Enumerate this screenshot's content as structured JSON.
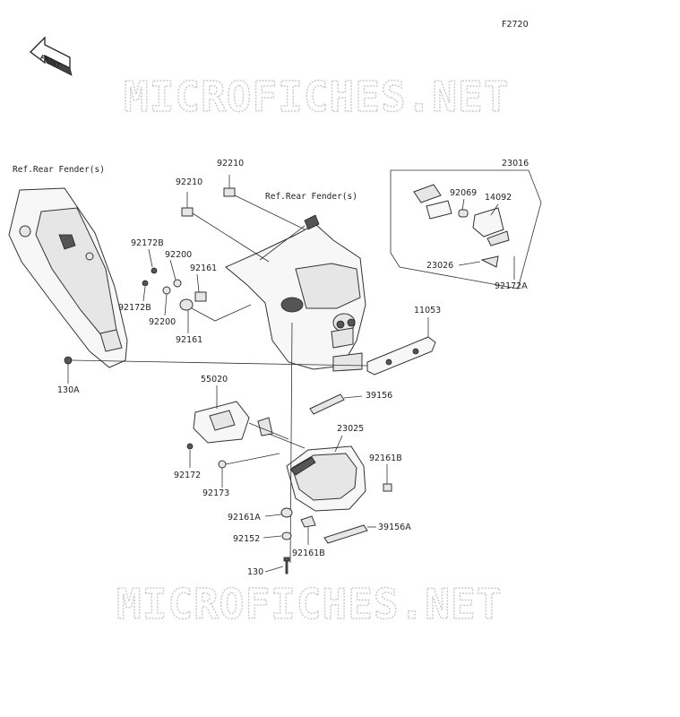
{
  "diagram": {
    "code": "F2720",
    "front_label": "FRONT",
    "watermark": "MICROFICHES.NET",
    "ref_labels": {
      "left": "Ref.Rear Fender(s)",
      "top": "Ref.Rear Fender(s)"
    },
    "parts": {
      "p92210a": "92210",
      "p92210b": "92210",
      "p23016": "23016",
      "p92069": "92069",
      "p14092": "14092",
      "p23026": "23026",
      "p92172a": "92172A",
      "p92172b_top": "92172B",
      "p92200_top": "92200",
      "p92161_top": "92161",
      "p92172b_bot": "92172B",
      "p92200_bot": "92200",
      "p92161_bot": "92161",
      "p11053": "11053",
      "p130a": "130A",
      "p55020": "55020",
      "p39156": "39156",
      "p23025": "23025",
      "p92161b_right": "92161B",
      "p92172": "92172",
      "p92173": "92173",
      "p92161a": "92161A",
      "p39156a": "39156A",
      "p92152": "92152",
      "p92161b_bot": "92161B",
      "p130": "130"
    }
  }
}
